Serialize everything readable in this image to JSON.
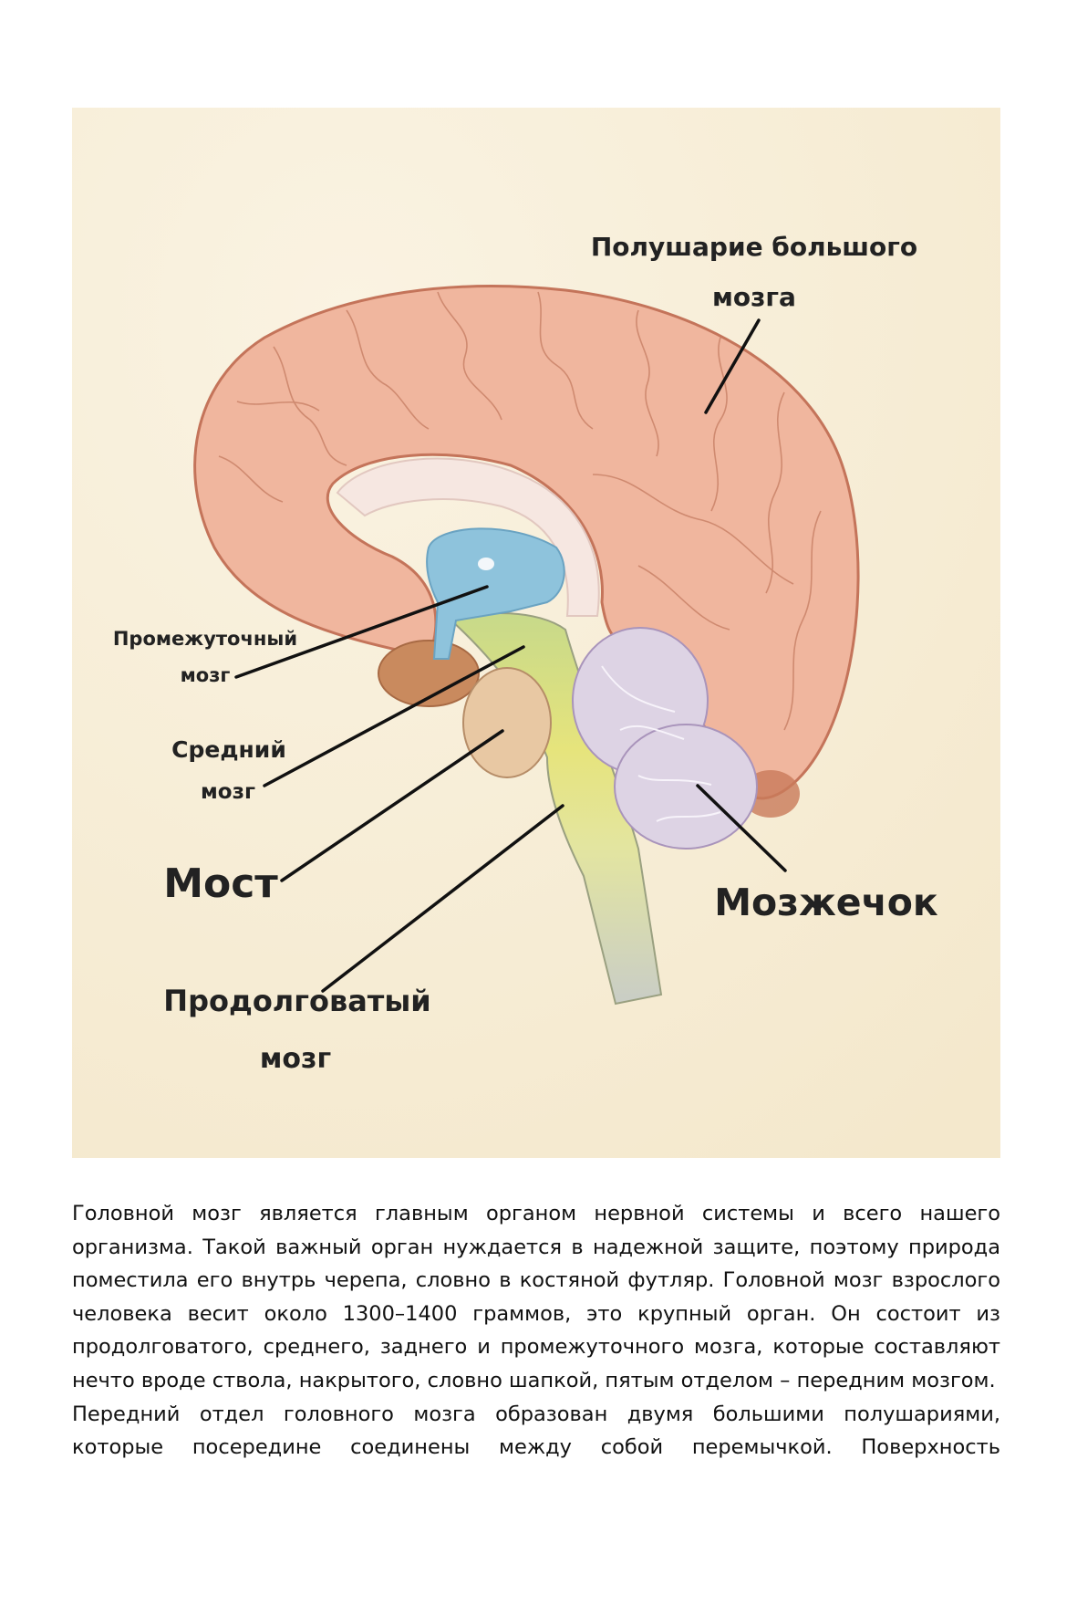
{
  "figure": {
    "labels": {
      "cerebrum_line1": "Полушарие большого",
      "cerebrum_line2": "мозга",
      "diencephalon_line1": "Промежуточный",
      "diencephalon_line2": "мозг",
      "midbrain_line1": "Средний",
      "midbrain_line2": "мозг",
      "pons": "Мост",
      "cerebellum": "Мозжечок",
      "medulla_line1": "Продолговатый",
      "medulla_line2": "мозг"
    },
    "colors": {
      "background": "#f8efd9",
      "cerebrum": "#f0b69e",
      "diencephalon": "#8ec3dc",
      "cerebellum": "#ddd3e4",
      "pons": "#e8c8a3",
      "brainstem": "#e4e37e"
    }
  },
  "body": {
    "paragraph1": "Головной мозг является главным органом нервной системы и всего нашего организма. Такой важный орган нуждается в надежной защите, поэтому природа поместила его внутрь черепа, словно в костяной футляр. Головной мозг взрослого человека весит около 1300–1400 граммов, это крупный орган. Он состоит из продолговатого, среднего, заднего и промежуточного мозга, которые составляют нечто вроде ствола, накрытого, словно шапкой, пятым отделом – передним мозгом.",
    "paragraph2": "Передний отдел головного мозга образован двумя большими полушариями, которые посередине соединены между собой перемычкой. Поверхность"
  }
}
